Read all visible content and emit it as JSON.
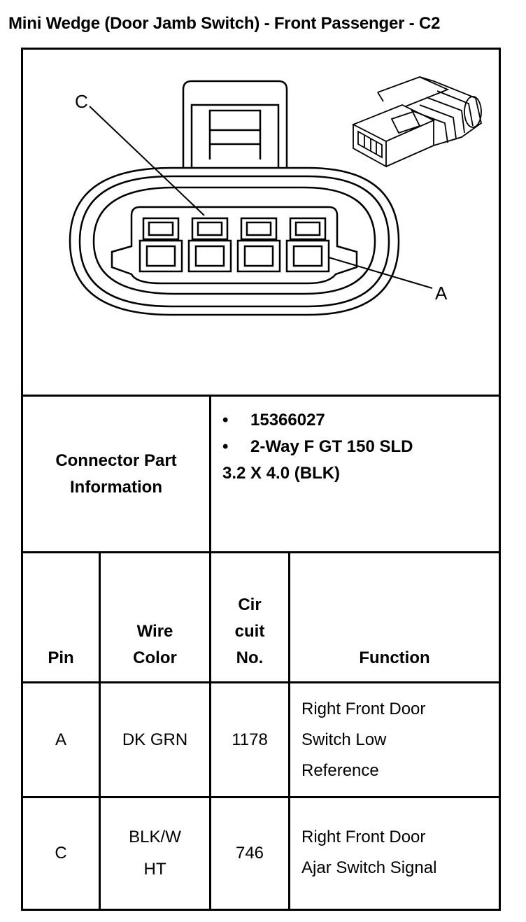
{
  "title": "Mini Wedge (Door Jamb Switch) - Front Passenger - C2",
  "diagram": {
    "label_c": "C",
    "label_a": "A"
  },
  "connector_part": {
    "label_line1": "Connector Part",
    "label_line2": "Information",
    "bullets": [
      "15366027",
      "2-Way F GT 150 SLD"
    ],
    "continuation": "3.2 X 4.0 (BLK)"
  },
  "table": {
    "headers": {
      "pin": "Pin",
      "wire_color_line1": "Wire",
      "wire_color_line2": "Color",
      "circuit_line1": "Cir",
      "circuit_line2": "cuit",
      "circuit_line3": "No.",
      "function": "Function"
    },
    "rows": [
      {
        "pin": "A",
        "wire_color": [
          "DK GRN"
        ],
        "circuit": "1178",
        "function": [
          "Right Front Door",
          "Switch Low",
          "Reference"
        ]
      },
      {
        "pin": "C",
        "wire_color": [
          "BLK/W",
          "HT"
        ],
        "circuit": "746",
        "function": [
          "Right Front Door",
          "Ajar Switch Signal"
        ]
      }
    ]
  }
}
